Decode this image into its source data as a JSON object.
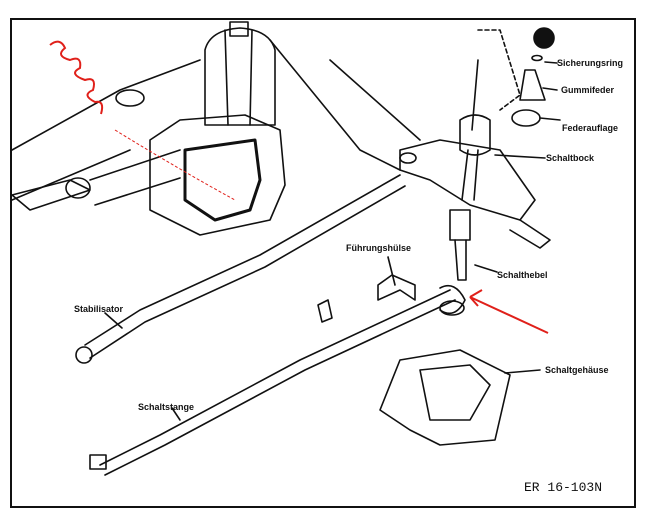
{
  "diagram": {
    "title_code": "ER 16-103N",
    "labels": {
      "sicherungsring": "Sicherungsring",
      "gummifeder": "Gummifeder",
      "federauflage": "Federauflage",
      "schaltbock": "Schaltbock",
      "fuehrungshuelse": "Führungshülse",
      "schalthebel": "Schalthebel",
      "stabilisator": "Stabilisator",
      "schaltstange": "Schaltstange",
      "schaltgehaeuse": "Schaltgehäuse"
    },
    "annotations": {
      "red_arrow": "points to Schalthebel joint",
      "red_scribble": "spring marking near gearbox"
    },
    "colors": {
      "line": "#111111",
      "annotation": "#e0201a",
      "background": "#ffffff"
    }
  }
}
